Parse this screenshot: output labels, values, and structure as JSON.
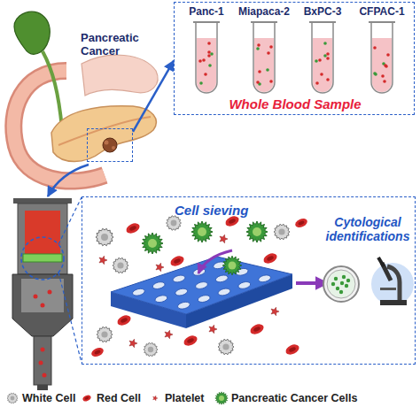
{
  "diagram": {
    "nodes": [
      {
        "text": [
          "Pancreatic Cancer"
        ]
      },
      {
        "text": [
          "Whole Blood Sample"
        ]
      },
      {
        "text": [
          "Panc-1"
        ],
        "in": 1
      },
      {
        "text": [
          "Miapaca-2"
        ],
        "in": 1
      },
      {
        "text": [
          "BxPC-3"
        ],
        "in": 1
      },
      {
        "text": [
          "CFPAC-1"
        ],
        "in": 1
      },
      {
        "text": [
          "Cell sieving"
        ]
      },
      {
        "text": [
          "Cytological identifications"
        ],
        "in": 6
      }
    ],
    "edges": [
      {
        "from": 0,
        "to": 1,
        "arrow": "to"
      }
    ],
    "legend": [
      {
        "text": "White Cell"
      },
      {
        "text": "Red Cell"
      },
      {
        "text": "Platelet"
      },
      {
        "text": "Pancreatic Cancer Cells"
      }
    ]
  }
}
